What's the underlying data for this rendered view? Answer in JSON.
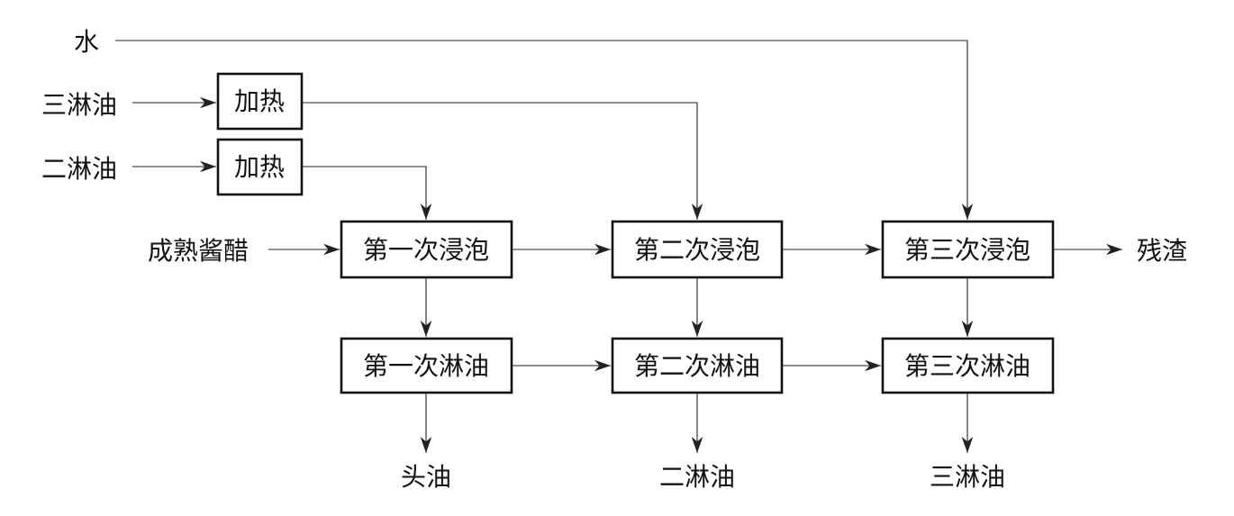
{
  "inputs": {
    "water": "水",
    "third_oil": "三淋油",
    "second_oil": "二淋油",
    "mature_vinegar": "成熟酱醋"
  },
  "heaters": {
    "heat_top": "加热",
    "heat_bottom": "加热"
  },
  "soaks": {
    "first": "第一次浸泡",
    "second": "第二次浸泡",
    "third": "第三次浸泡"
  },
  "drains": {
    "first": "第一次淋油",
    "second": "第二次淋油",
    "third": "第三次淋油"
  },
  "outputs": {
    "residue": "残渣",
    "head_oil": "头油",
    "second_oil": "二淋油",
    "third_oil": "三淋油"
  },
  "colors": {
    "line": "#222222",
    "box_border": "#111111",
    "text": "#111111"
  }
}
